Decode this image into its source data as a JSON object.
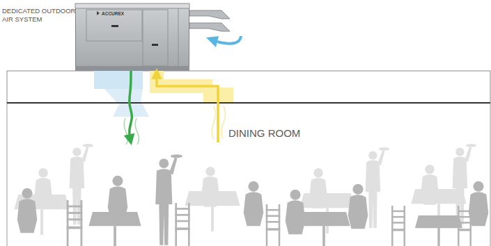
{
  "diagram": {
    "nodes": [
      {
        "text": [
          "DEDICATED OUTDOOR AIR SYSTEM",
          "ACCUREX"
        ]
      },
      {
        "text": [
          "DINING ROOM"
        ]
      }
    ],
    "edges": [
      {
        "from": 0,
        "to": 1,
        "arrow": "to"
      },
      {
        "from": 1,
        "to": 0,
        "arrow": "to"
      }
    ]
  }
}
